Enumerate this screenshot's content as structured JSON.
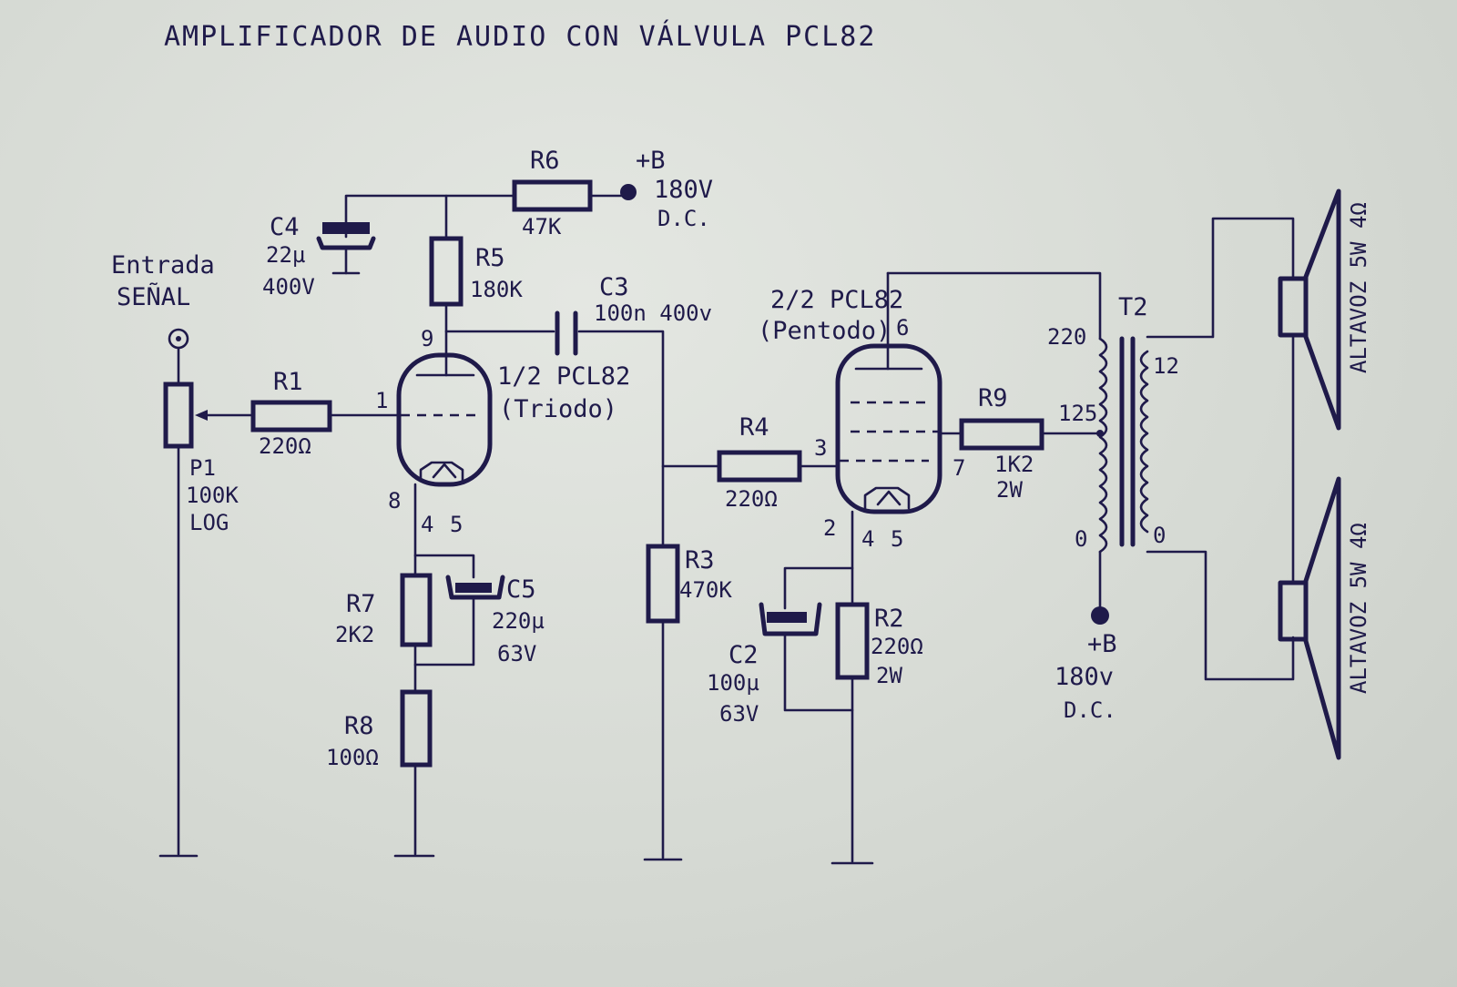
{
  "title": "AMPLIFICADOR DE AUDIO CON VÁLVULA PCL82",
  "input": {
    "line1": "Entrada",
    "line2": "SEÑAL"
  },
  "supply_top": {
    "label": "+B",
    "voltage": "180V",
    "type": "D.C."
  },
  "supply_right": {
    "label": "+B",
    "voltage": "180v",
    "type": "D.C."
  },
  "components": {
    "R1": {
      "name": "R1",
      "value": "220Ω"
    },
    "R2": {
      "name": "R2",
      "value": "220Ω",
      "rating": "2W"
    },
    "R3": {
      "name": "R3",
      "value": "470K"
    },
    "R4": {
      "name": "R4",
      "value": "220Ω"
    },
    "R5": {
      "name": "R5",
      "value": "180K"
    },
    "R6": {
      "name": "R6",
      "value": "47K"
    },
    "R7": {
      "name": "R7",
      "value": "2K2"
    },
    "R8": {
      "name": "R8",
      "value": "100Ω"
    },
    "R9": {
      "name": "R9",
      "value": "1K2",
      "rating": "2W"
    },
    "P1": {
      "name": "P1",
      "value": "100K",
      "taper": "LOG"
    },
    "C2": {
      "name": "C2",
      "value": "100µ",
      "voltage": "63V"
    },
    "C3": {
      "name": "C3",
      "value": "100n 400v"
    },
    "C4": {
      "name": "C4",
      "value": "22µ",
      "voltage": "400V"
    },
    "C5": {
      "name": "C5",
      "value": "220µ",
      "voltage": "63V"
    },
    "T2": {
      "name": "T2",
      "primary_top": "220",
      "primary_tap": "125",
      "primary_zero": "0",
      "secondary_top": "12",
      "secondary_zero": "0"
    }
  },
  "triode": {
    "label": "1/2 PCL82",
    "type": "(Triodo)",
    "pin_anode": "9",
    "pin_grid": "1",
    "pin_cathode": "8",
    "pin_h1": "4",
    "pin_h2": "5"
  },
  "pentode": {
    "label": "2/2 PCL82",
    "type": "(Pentodo)",
    "pin_anode": "6",
    "pin_grid": "3",
    "pin_screen": "7",
    "pin_cathode": "2",
    "pin_h1": "4",
    "pin_h2": "5"
  },
  "speakers": [
    {
      "label": "ALTAVOZ 5W 4Ω"
    },
    {
      "label": "ALTAVOZ 5W 4Ω"
    }
  ],
  "colors": {
    "ink": "#1f1a4a",
    "paper": "#dcdfd9"
  }
}
